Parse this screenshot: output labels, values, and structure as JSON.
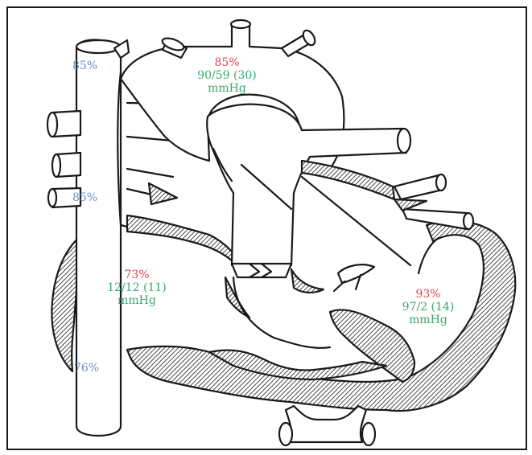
{
  "colors": {
    "venous": "#6b8fc7",
    "saturation": "#e0464e",
    "pressure": "#3aa870",
    "outline": "#1a1a1a",
    "wall_fill": "#7a7a7a"
  },
  "labels": {
    "svc_upper_sat": "85%",
    "svc_lower_sat": "85%",
    "ivc_sat": "76%",
    "aorta": {
      "sat": "85%",
      "pressure": "90/59 (30)",
      "unit": "mmHg"
    },
    "right_atrium": {
      "sat": "73%",
      "pressure": "12/12 (11)",
      "unit": "mmHg"
    },
    "left_ventricle": {
      "sat": "93%",
      "pressure": "97/2 (14)",
      "unit": "mmHg"
    }
  }
}
